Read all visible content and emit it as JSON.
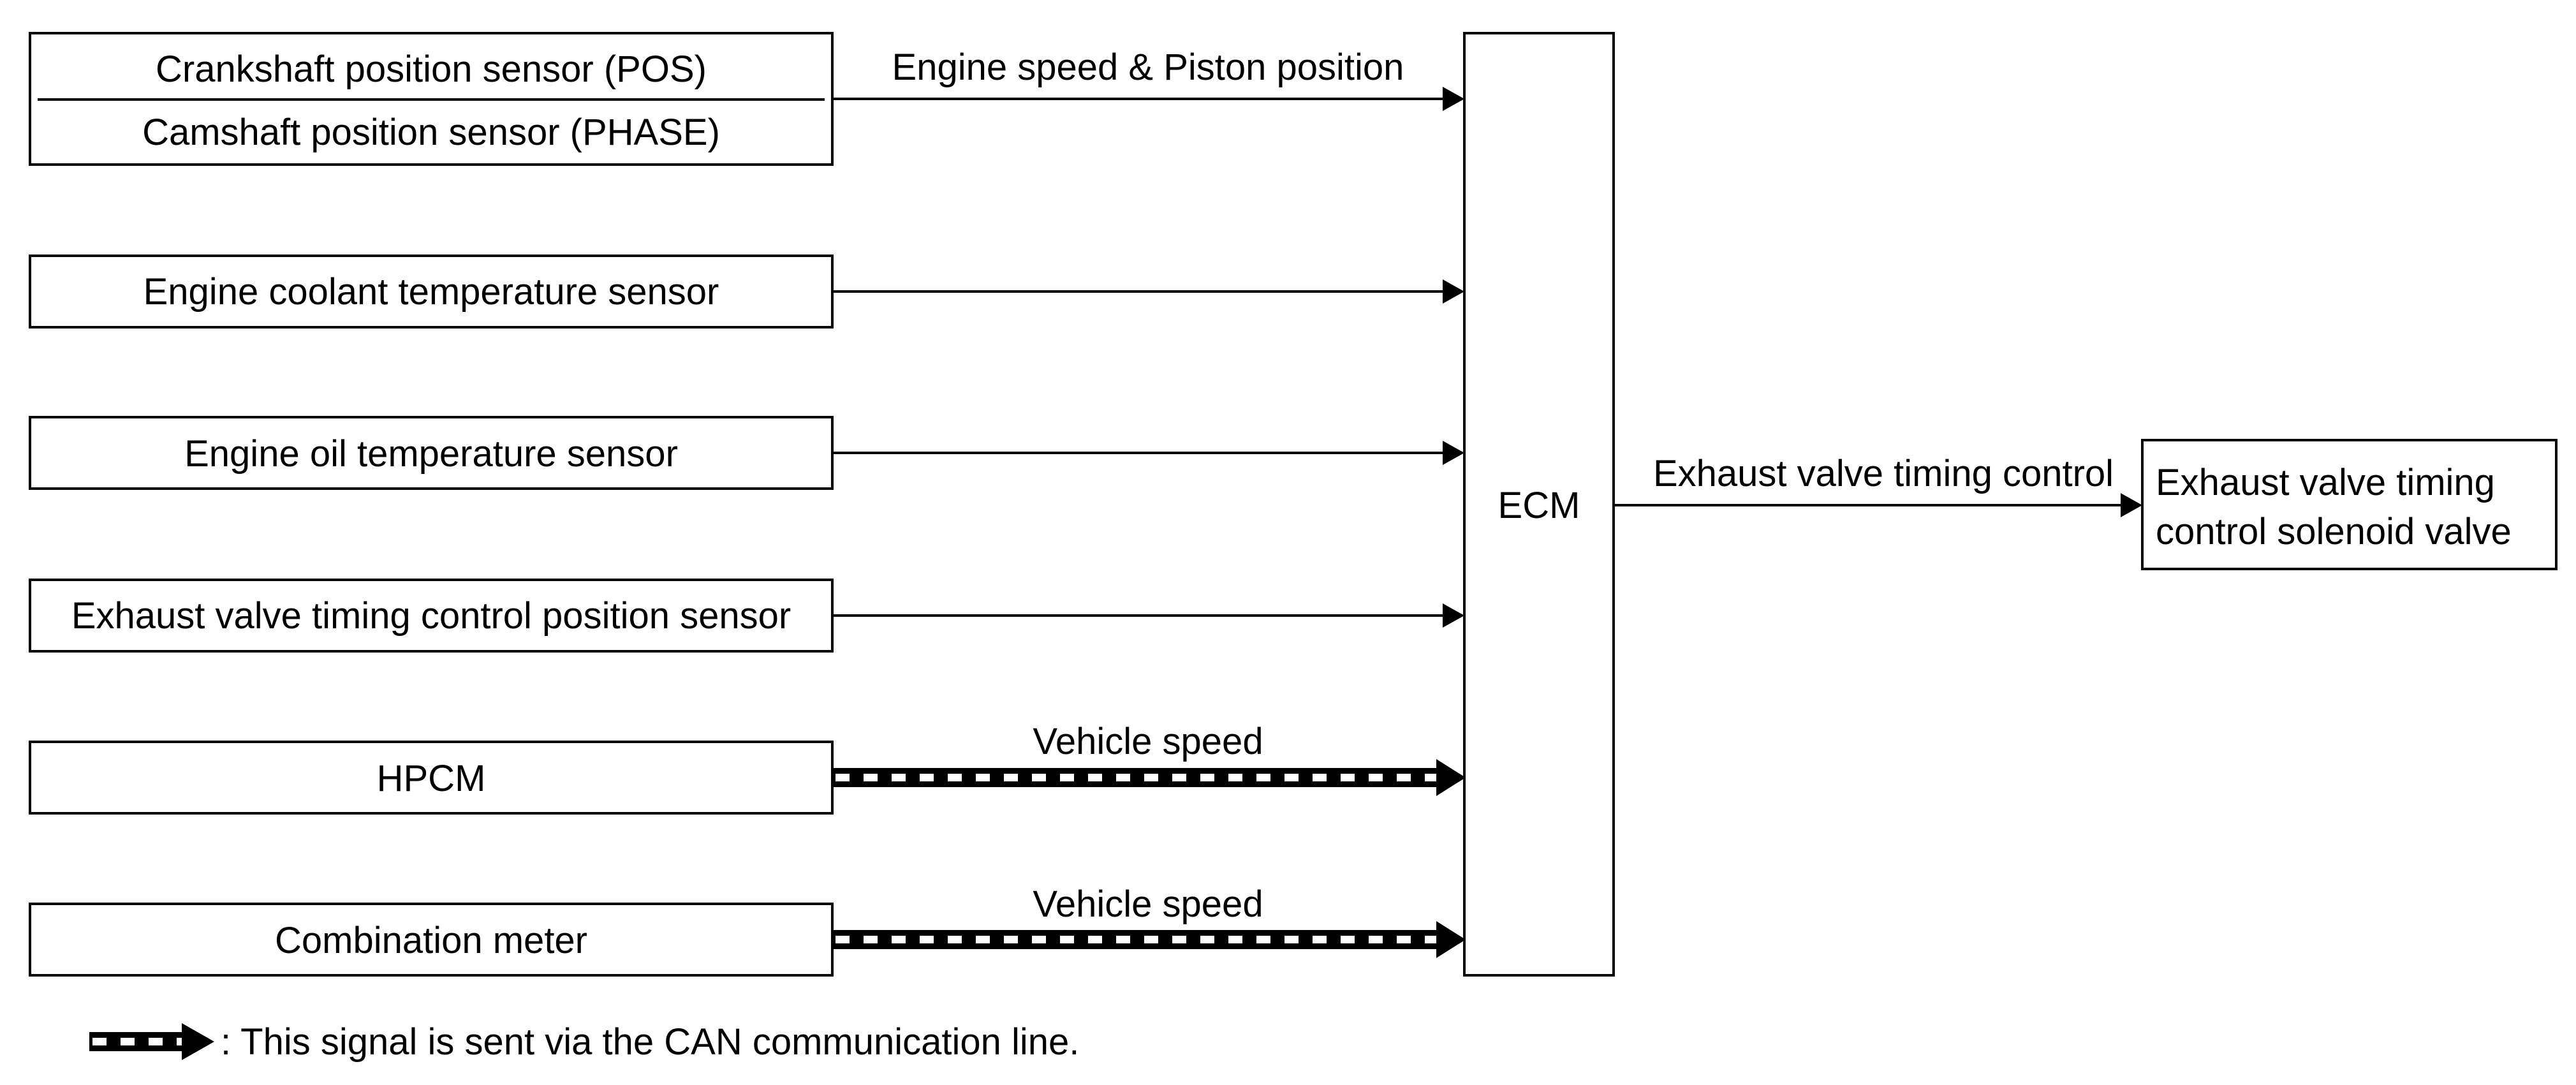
{
  "inputs": {
    "crankshaft": "Crankshaft position sensor (POS)",
    "camshaft": "Camshaft position sensor (PHASE)",
    "coolant": "Engine coolant temperature sensor",
    "oil": "Engine oil temperature sensor",
    "evt_position": "Exhaust valve timing control position sensor",
    "hpcm": "HPCM",
    "combination_meter": "Combination meter"
  },
  "ecm": {
    "label": "ECM"
  },
  "output": {
    "line1": "Exhaust valve timing",
    "line2": "control solenoid valve"
  },
  "signals": {
    "engine_speed": "Engine speed & Piston position",
    "vehicle_speed_hpcm": "Vehicle speed",
    "vehicle_speed_meter": "Vehicle speed",
    "exhaust_control": "Exhaust valve timing control"
  },
  "legend": {
    "text": ": This signal is sent via the CAN communication line."
  }
}
